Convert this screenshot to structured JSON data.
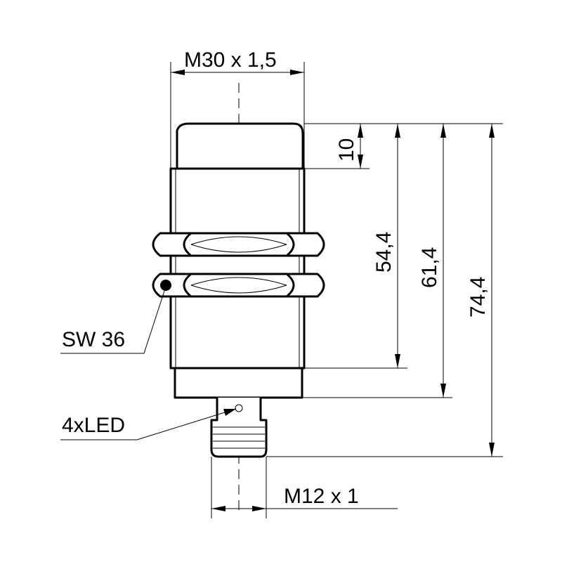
{
  "diagram": {
    "thread_label": "M30 x 1,5",
    "connector_label": "M12 x 1",
    "wrench_label": "SW 36",
    "led_label": "4xLED",
    "dim_10": "10",
    "dim_54_4": "54,4",
    "dim_61_4": "61,4",
    "dim_74_4": "74,4"
  }
}
